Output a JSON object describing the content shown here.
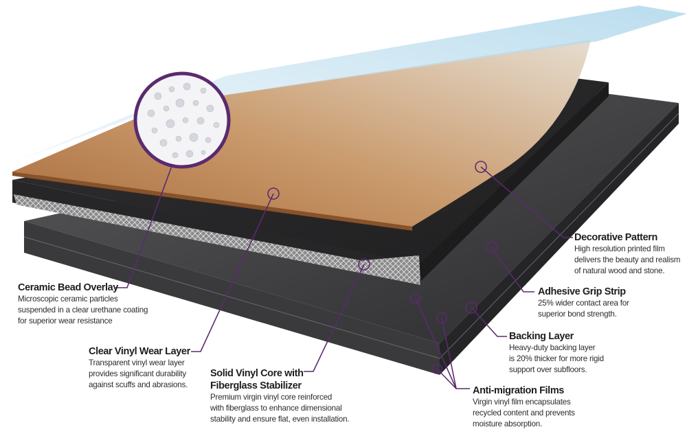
{
  "accent_color": "#5b2a6e",
  "callouts": {
    "ceramic": {
      "title": "Ceramic Bead Overlay",
      "lines": [
        "Microscopic ceramic particles",
        "suspended in a clear urethane coating",
        "for superior wear resistance"
      ]
    },
    "clear_vinyl": {
      "title": "Clear Vinyl Wear Layer",
      "lines": [
        "Transparent vinyl wear layer",
        "provides significant durability",
        "against scuffs and abrasions."
      ]
    },
    "core": {
      "title_lines": [
        "Solid Vinyl Core with",
        "Fiberglass Stabilizer"
      ],
      "lines": [
        "Premium virgin vinyl core reinforced",
        "with fiberglass to enhance dimensional",
        "stability and ensure flat, even installation."
      ]
    },
    "decorative": {
      "title": "Decorative Pattern",
      "lines": [
        "High resolution printed film",
        "delivers the beauty and realism",
        "of natural wood and stone."
      ]
    },
    "adhesive": {
      "title": "Adhesive Grip Strip",
      "lines": [
        "25% wider contact area for",
        "superior bond strength."
      ]
    },
    "backing": {
      "title": "Backing Layer",
      "lines": [
        "Heavy-duty backing layer",
        "is 20% thicker for more rigid",
        "support over subfloors."
      ]
    },
    "anti_migration": {
      "title": "Anti-migration Films",
      "lines": [
        "Virgin vinyl film encapsulates",
        "recycled content and prevents",
        "moisture absorption."
      ]
    }
  }
}
